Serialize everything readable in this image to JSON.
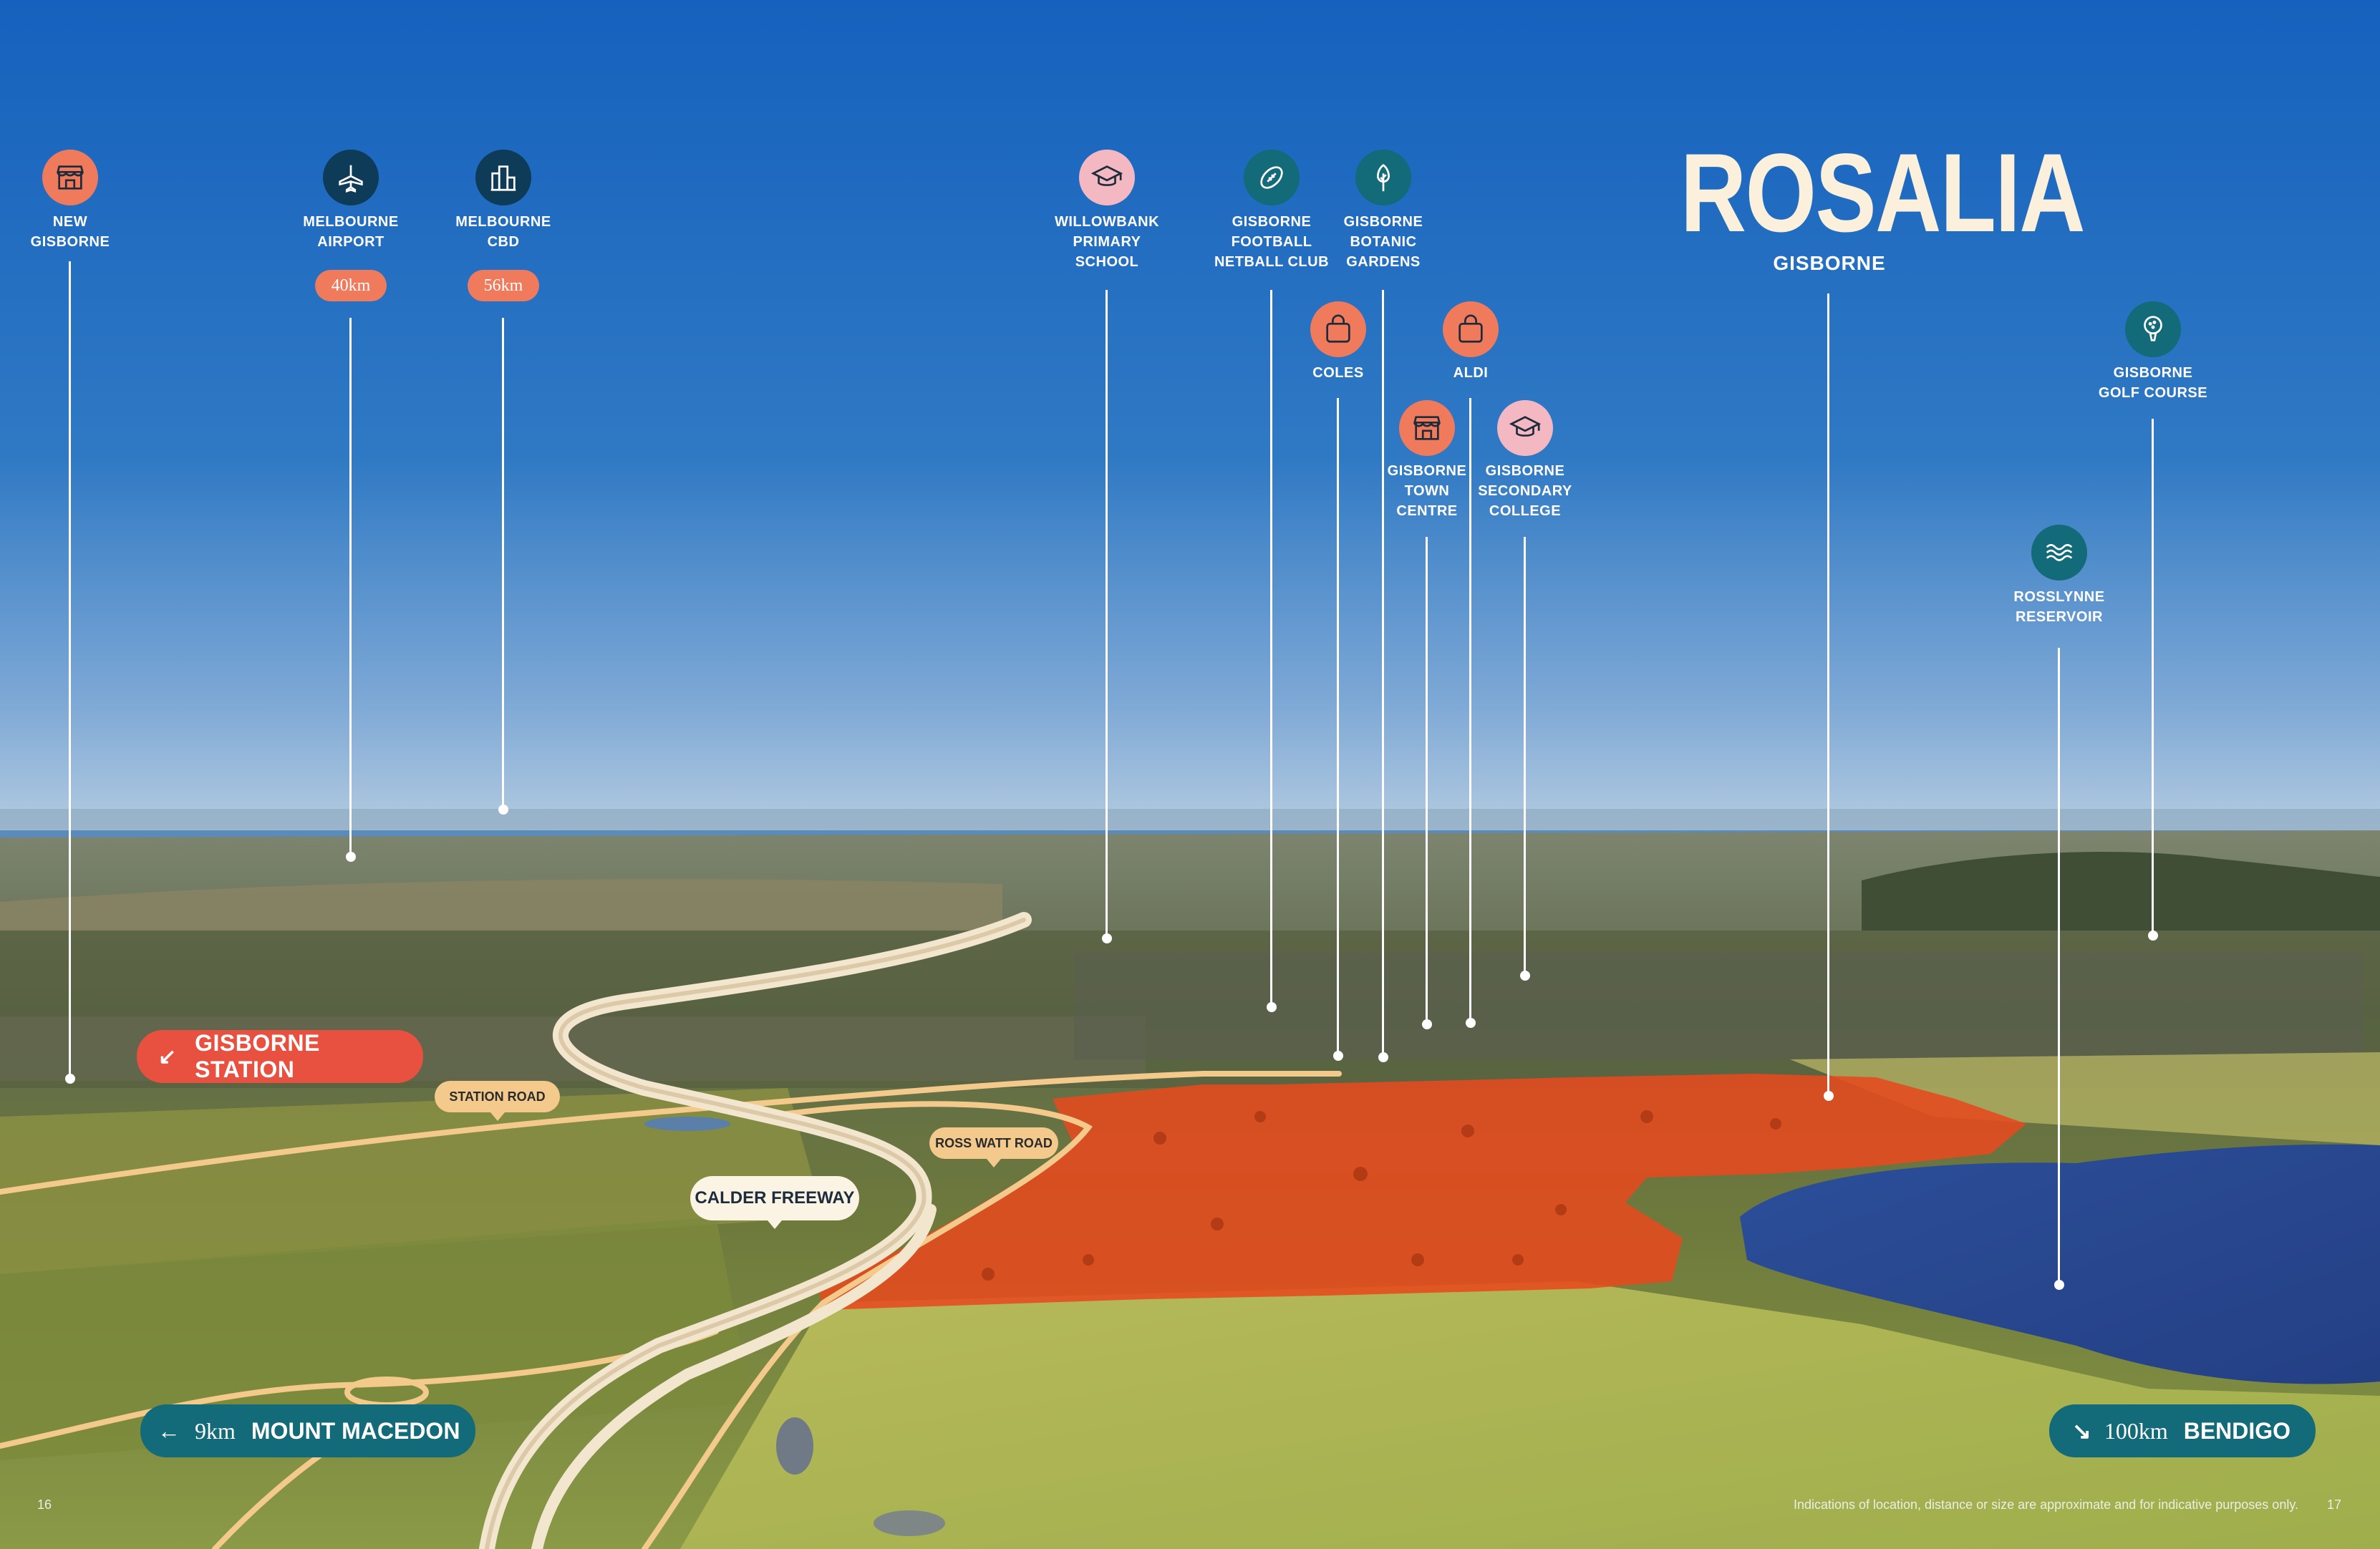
{
  "title": "ROSALIA",
  "subtitle": "GISBORNE",
  "colors": {
    "sky_top": "#1561bd",
    "sky_bottom": "#a9c6e0",
    "accent_orange": "#ef7a5c",
    "site_overlay": "#e64a1e",
    "teal": "#136a78",
    "navy": "#0e3b58",
    "pink": "#f4b8c2",
    "road_tan": "#f4c98c"
  },
  "landmarks": [
    {
      "label": [
        "NEW",
        "GISBORNE"
      ],
      "icon": "shop-icon"
    },
    {
      "label": [
        "MELBOURNE",
        "AIRPORT"
      ],
      "icon": "airplane-icon",
      "distance": "40km"
    },
    {
      "label": [
        "MELBOURNE",
        "CBD"
      ],
      "icon": "city-icon",
      "distance": "56km"
    },
    {
      "label": [
        "WILLOWBANK",
        "PRIMARY",
        "SCHOOL"
      ],
      "icon": "graduation-cap-icon"
    },
    {
      "label": [
        "GISBORNE",
        "FOOTBALL",
        "NETBALL CLUB"
      ],
      "icon": "football-icon"
    },
    {
      "label": [
        "GISBORNE",
        "BOTANIC",
        "GARDENS"
      ],
      "icon": "tree-icon"
    },
    {
      "label": [
        "COLES"
      ],
      "icon": "shopping-bag-icon"
    },
    {
      "label": [
        "ALDI"
      ],
      "icon": "shopping-bag-icon"
    },
    {
      "label": [
        "GISBORNE",
        "TOWN",
        "CENTRE"
      ],
      "icon": "shop-icon"
    },
    {
      "label": [
        "GISBORNE",
        "SECONDARY",
        "COLLEGE"
      ],
      "icon": "graduation-cap-icon"
    },
    {
      "label": [
        "GISBORNE",
        "GOLF COURSE"
      ],
      "icon": "golf-ball-icon"
    },
    {
      "label": [
        "ROSSLYNNE",
        "RESERVOIR"
      ],
      "icon": "water-waves-icon"
    }
  ],
  "roads": {
    "station_road": "STATION ROAD",
    "ross_watt_road": "ROSS WATT ROAD",
    "calder_freeway": "CALDER FREEWAY"
  },
  "callouts": {
    "gisborne_station": "GISBORNE STATION",
    "mount_macedon": {
      "distance": "9km",
      "name": "MOUNT MACEDON"
    },
    "bendigo": {
      "distance": "100km",
      "name": "BENDIGO"
    }
  },
  "footer": {
    "page_left": "16",
    "page_right": "17",
    "disclaimer": "Indications of location, distance or size are approximate and for indicative purposes only."
  }
}
